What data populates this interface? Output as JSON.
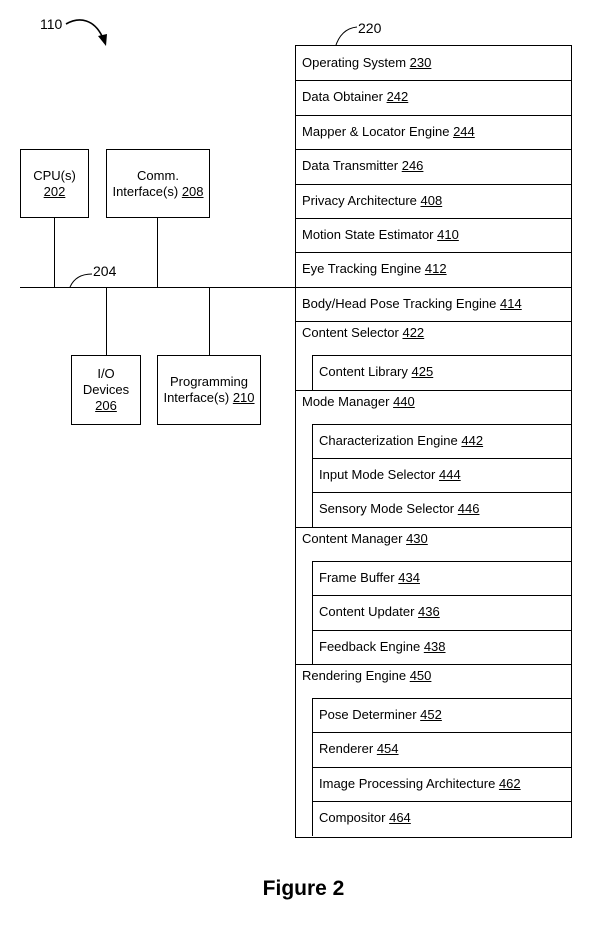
{
  "refs": {
    "device": "110",
    "memory": "220",
    "bus": "204"
  },
  "left_boxes": {
    "cpu": {
      "label": "CPU(s)",
      "num": "202"
    },
    "comm": {
      "label1": "Comm.",
      "label2": "Interface(s)",
      "num": "208"
    },
    "io": {
      "label1": "I/O",
      "label2": "Devices",
      "num": "206"
    },
    "prog": {
      "label1": "Programming",
      "label2": "Interface(s)",
      "num": "210"
    }
  },
  "memory_rows": [
    {
      "label": "Operating System",
      "num": "230"
    },
    {
      "label": "Data Obtainer",
      "num": "242"
    },
    {
      "label": "Mapper & Locator Engine",
      "num": "244"
    },
    {
      "label": "Data Transmitter",
      "num": "246"
    },
    {
      "label": "Privacy Architecture",
      "num": "408"
    },
    {
      "label": "Motion State Estimator",
      "num": "410"
    },
    {
      "label": "Eye Tracking Engine",
      "num": "412"
    },
    {
      "label": "Body/Head Pose Tracking Engine",
      "num": "414"
    }
  ],
  "groups": [
    {
      "label": "Content Selector",
      "num": "422",
      "items": [
        {
          "label": "Content Library",
          "num": "425"
        }
      ]
    },
    {
      "label": "Mode Manager",
      "num": "440",
      "items": [
        {
          "label": "Characterization Engine",
          "num": "442"
        },
        {
          "label": "Input Mode Selector",
          "num": "444"
        },
        {
          "label": "Sensory Mode Selector",
          "num": "446"
        }
      ]
    },
    {
      "label": "Content Manager",
      "num": "430",
      "items": [
        {
          "label": "Frame Buffer",
          "num": "434"
        },
        {
          "label": "Content Updater",
          "num": "436"
        },
        {
          "label": "Feedback Engine",
          "num": "438"
        }
      ]
    },
    {
      "label": "Rendering Engine",
      "num": "450",
      "items": [
        {
          "label": "Pose Determiner",
          "num": "452"
        },
        {
          "label": "Renderer",
          "num": "454"
        },
        {
          "label": "Image Processing Architecture",
          "num": "462"
        },
        {
          "label": "Compositor",
          "num": "464"
        }
      ]
    }
  ],
  "caption": "Figure 2"
}
